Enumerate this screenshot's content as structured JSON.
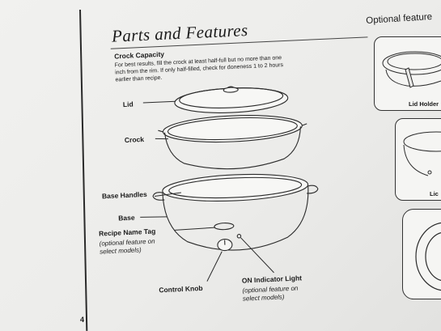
{
  "section_title": "Parts and Features",
  "crock_capacity": {
    "heading": "Crock Capacity",
    "lines": [
      "For best results, fill the crock at least half-full but no more than one",
      "inch from the rim. If only half-filled, check for doneness 1 to 2 hours",
      "earlier than recipe."
    ]
  },
  "parts": {
    "lid": "Lid",
    "crock": "Crock",
    "base_handles": "Base Handles",
    "base": "Base",
    "recipe_name_tag": "Recipe Name Tag",
    "recipe_note": [
      "(optional feature on",
      "select models)"
    ],
    "control_knob": "Control Knob",
    "on_indicator_light": "ON Indicator Light",
    "indicator_note": [
      "(optional feature on",
      "select models)"
    ]
  },
  "page_number": "4",
  "side_panel": {
    "title": "Optional feature",
    "captions": [
      "Lid Holder",
      "Lic"
    ]
  }
}
